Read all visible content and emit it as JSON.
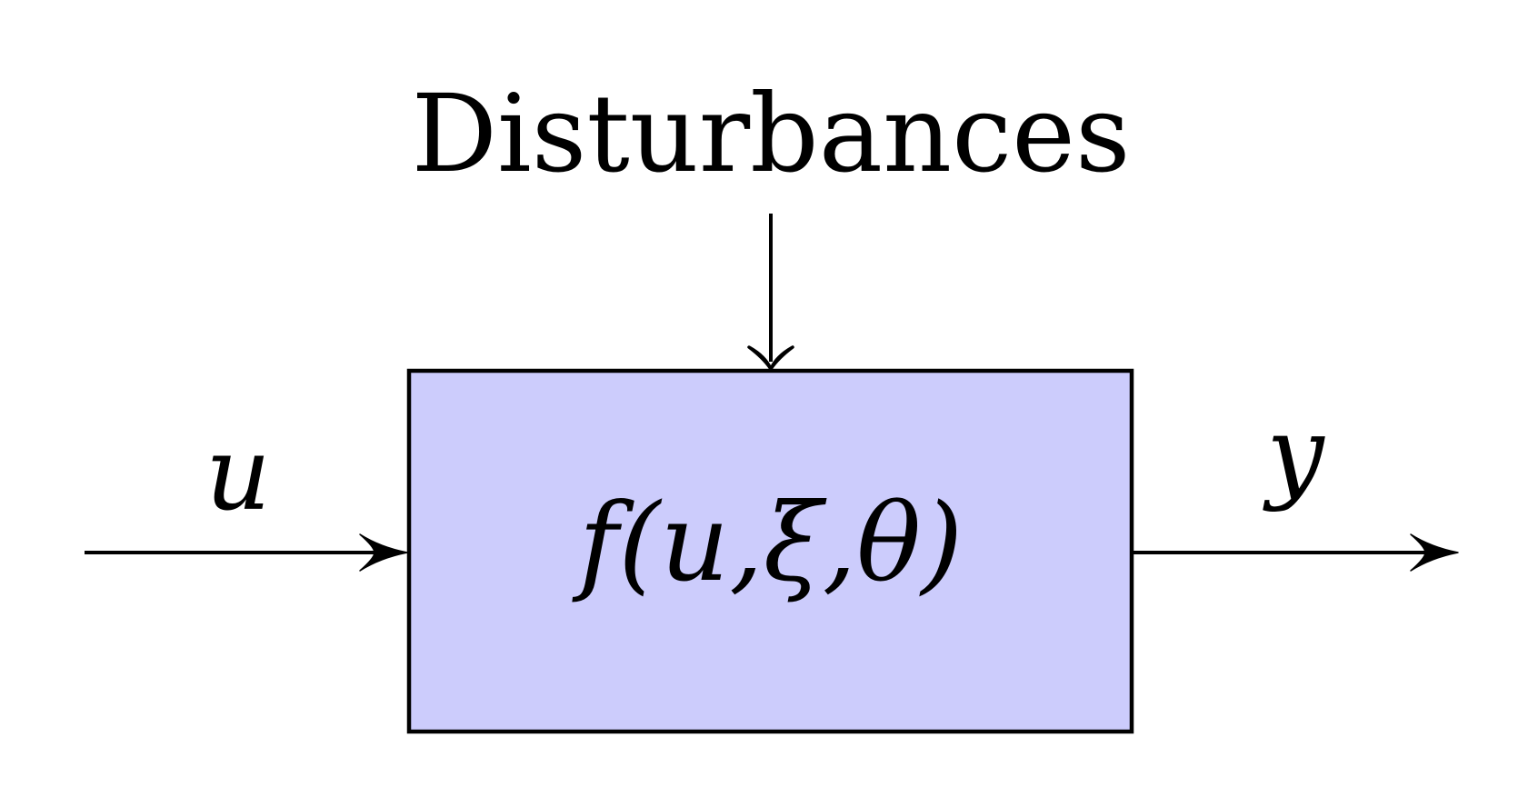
{
  "diagram": {
    "disturbance_label": "Disturbances",
    "input_label": "u",
    "output_label": "y",
    "block_label": "f(u,ξ,θ)"
  },
  "colors": {
    "block_fill": "#ccccfc",
    "stroke": "#000000",
    "background": "#ffffff"
  }
}
